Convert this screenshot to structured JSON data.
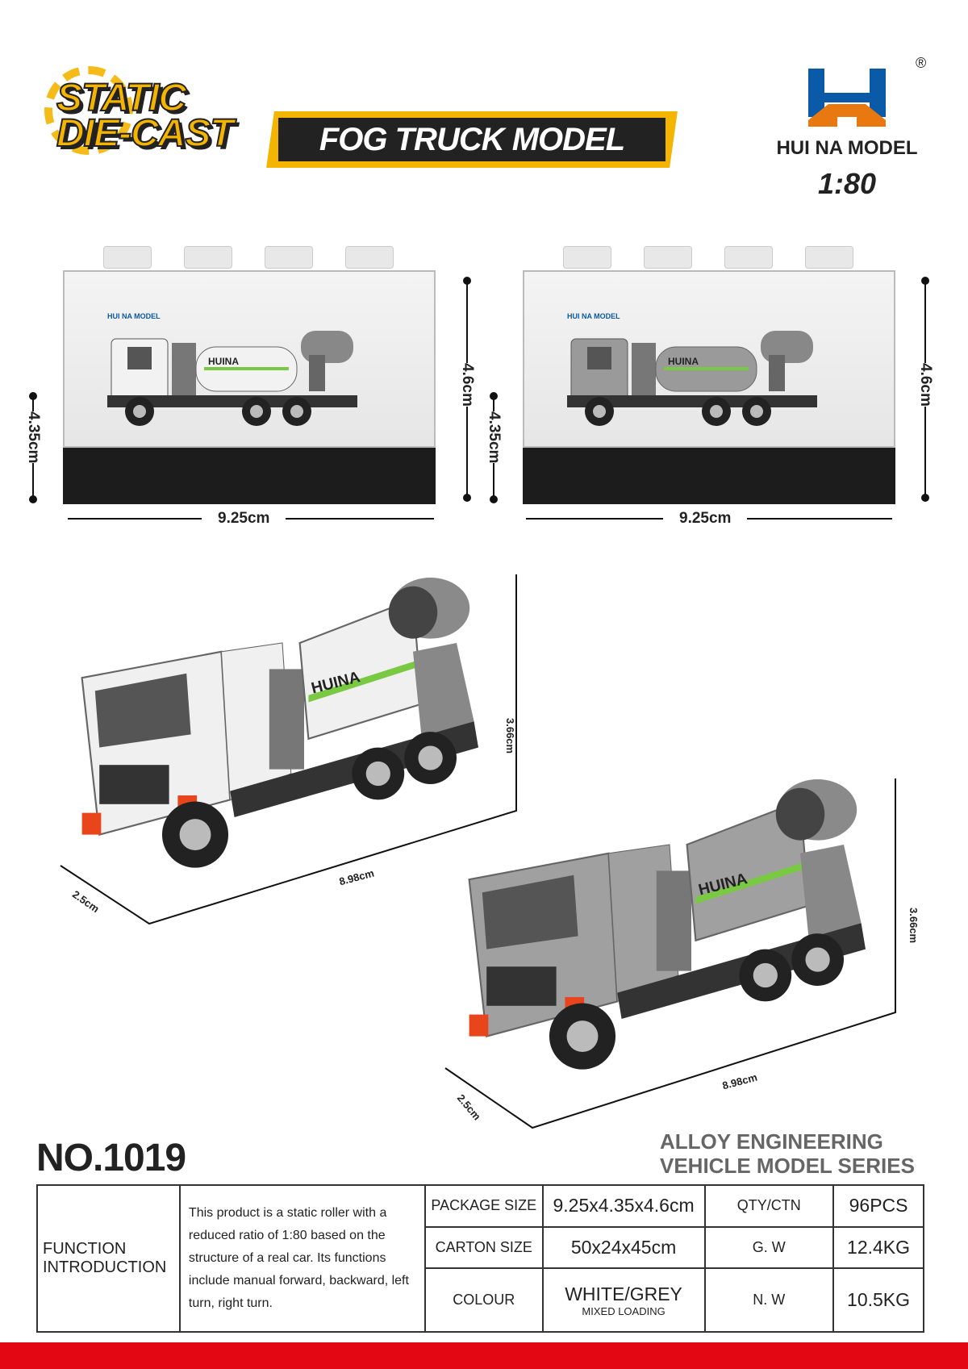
{
  "header": {
    "badge_line1": "STATIC",
    "badge_line2": "DIE-CAST",
    "title": "FOG TRUCK MODEL",
    "brand": "HUI NA MODEL",
    "registered": "®",
    "scale": "1:80"
  },
  "display_boxes": [
    {
      "variant": "white",
      "box_logo": "HUI NA MODEL",
      "truck_logo": "HUINA",
      "width": "9.25cm",
      "height_left": "4.35cm",
      "height_right": "4.6cm"
    },
    {
      "variant": "grey",
      "box_logo": "HUI NA MODEL",
      "truck_logo": "HUINA",
      "width": "9.25cm",
      "height_left": "4.35cm",
      "height_right": "4.6cm"
    }
  ],
  "vehicles": [
    {
      "variant": "white",
      "length": "8.98cm",
      "width": "2.5cm",
      "height": "3.66cm",
      "truck_logo": "HUINA"
    },
    {
      "variant": "grey",
      "length": "8.98cm",
      "width": "2.5cm",
      "height": "3.66cm",
      "truck_logo": "HUINA"
    }
  ],
  "product": {
    "number": "NO.1019",
    "series_line1": "ALLOY ENGINEERING",
    "series_line2": "VEHICLE MODEL SERIES"
  },
  "specs": {
    "function_label": "FUNCTION INTRODUCTION",
    "description": "This product is a static roller with a reduced ratio of 1:80 based on the structure of a real car. Its functions include manual forward, backward, left turn, right turn.",
    "package_size_label": "PACKAGE SIZE",
    "package_size": "9.25x4.35x4.6cm",
    "carton_size_label": "CARTON SIZE",
    "carton_size": "50x24x45cm",
    "colour_label": "COLOUR",
    "colour": "WHITE/GREY",
    "colour_note": "MIXED LOADING",
    "qty_label": "QTY/CTN",
    "qty": "96PCS",
    "gw_label": "G. W",
    "gw": "12.4KG",
    "nw_label": "N. W",
    "nw": "10.5KG"
  },
  "colors": {
    "yellow": "#f5b400",
    "blue": "#0a5aa8",
    "orange": "#e8780f",
    "red": "#e30613",
    "green": "#7ac943"
  }
}
